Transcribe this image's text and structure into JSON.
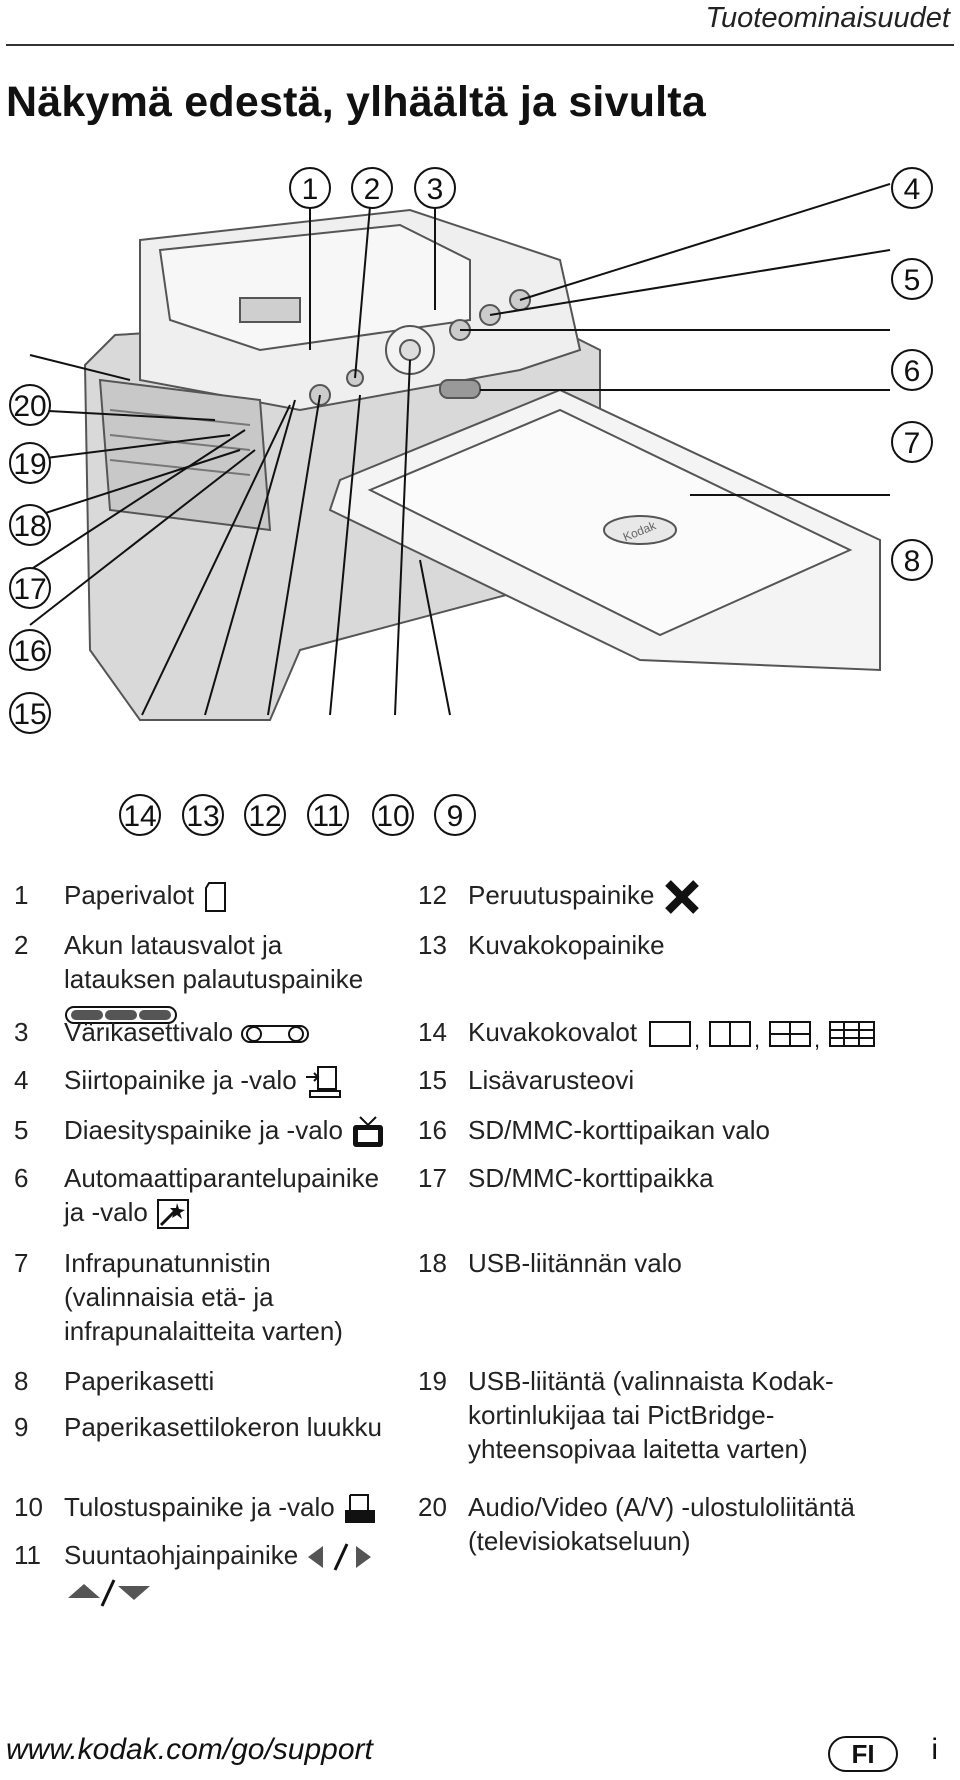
{
  "header": {
    "section": "Tuoteominaisuudet"
  },
  "page_title": "Näkymä edestä, ylhäältä ja sivulta",
  "callouts": {
    "n1": "1",
    "n2": "2",
    "n3": "3",
    "n4": "4",
    "n5": "5",
    "n6": "6",
    "n7": "7",
    "n8": "8",
    "n9": "9",
    "n10": "10",
    "n11": "11",
    "n12": "12",
    "n13": "13",
    "n14": "14",
    "n15": "15",
    "n16": "16",
    "n17": "17",
    "n18": "18",
    "n19": "19",
    "n20": "20"
  },
  "printer": {
    "brand_text": "Kodak"
  },
  "left_items": [
    {
      "num": "1",
      "label": "Paperivalot",
      "icon": "paper-icon"
    },
    {
      "num": "2",
      "label": "Akun latausvalot ja latauksen palautuspainike",
      "icon": "battery-lights-icon"
    },
    {
      "num": "3",
      "label": "Värikasettivalo",
      "icon": "color-cartridge-icon"
    },
    {
      "num": "4",
      "label": "Siirtopainike ja -valo",
      "icon": "transfer-icon"
    },
    {
      "num": "5",
      "label": "Diaesityspainike ja -valo",
      "icon": "slideshow-tv-icon"
    },
    {
      "num": "6",
      "label": "Automaattiparantelupainike ja -valo",
      "icon": "auto-enhance-icon"
    },
    {
      "num": "7",
      "label": "Infrapunatunnistin (valinnaisia etä- ja infrapunalaitteita varten)"
    },
    {
      "num": "8",
      "label": "Paperikasetti"
    },
    {
      "num": "9",
      "label": "Paperikasettilokeron luukku"
    },
    {
      "num": "10",
      "label": "Tulostuspainike ja -valo",
      "icon": "print-icon"
    },
    {
      "num": "11",
      "label": "Suuntaohjainpainike",
      "icon": "direction-arrows-icon"
    }
  ],
  "right_items": [
    {
      "num": "12",
      "label": "Peruutuspainike",
      "icon": "cancel-x-icon"
    },
    {
      "num": "13",
      "label": "Kuvakokopainike"
    },
    {
      "num": "14",
      "label": "Kuvakokovalot",
      "icon": "picture-size-icons",
      "separator": ","
    },
    {
      "num": "15",
      "label": "Lisävarusteovi"
    },
    {
      "num": "16",
      "label": "SD/MMC-korttipaikan valo"
    },
    {
      "num": "17",
      "label": "SD/MMC-korttipaikka"
    },
    {
      "num": "18",
      "label": "USB-liitännän valo"
    },
    {
      "num": "19",
      "label": "USB-liitäntä (valinnaista Kodak-kortinlukijaa tai PictBridge-yhteensopivaa laitetta varten)"
    },
    {
      "num": "20",
      "label": "Audio/Video (A/V) -ulostuloliitäntä (televisiokatseluun)"
    }
  ],
  "footer": {
    "url": "www.kodak.com/go/support",
    "language": "FI",
    "page": "i"
  }
}
